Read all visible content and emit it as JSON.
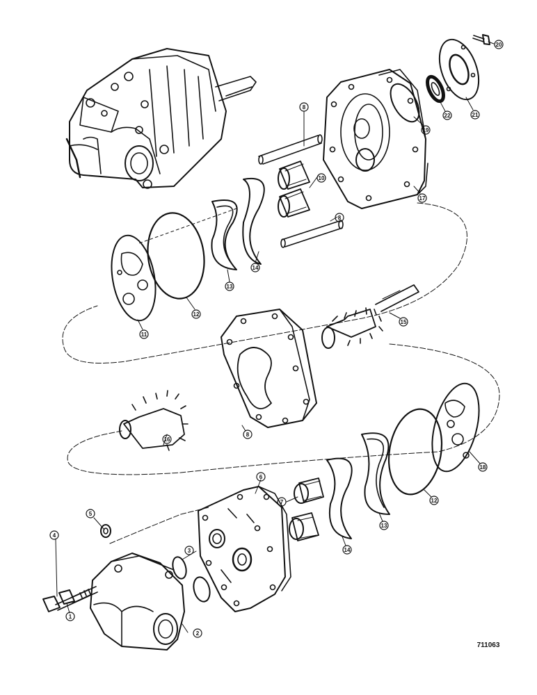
{
  "diagram": {
    "reference_code": "711063",
    "callouts": {
      "p1": "1",
      "p2": "2",
      "p3": "3",
      "p4": "4",
      "p5": "5",
      "p6": "6",
      "p7": "7",
      "p8a": "8",
      "p8b": "8",
      "p8c": "8",
      "p10": "10",
      "p11": "11",
      "p12a": "12",
      "p12b": "12",
      "p13a": "13",
      "p13b": "13",
      "p14a": "14",
      "p14b": "14",
      "p15": "15",
      "p16": "16",
      "p17": "17",
      "p18": "18",
      "p19": "19",
      "p20": "20",
      "p21": "21",
      "p22": "22"
    }
  }
}
